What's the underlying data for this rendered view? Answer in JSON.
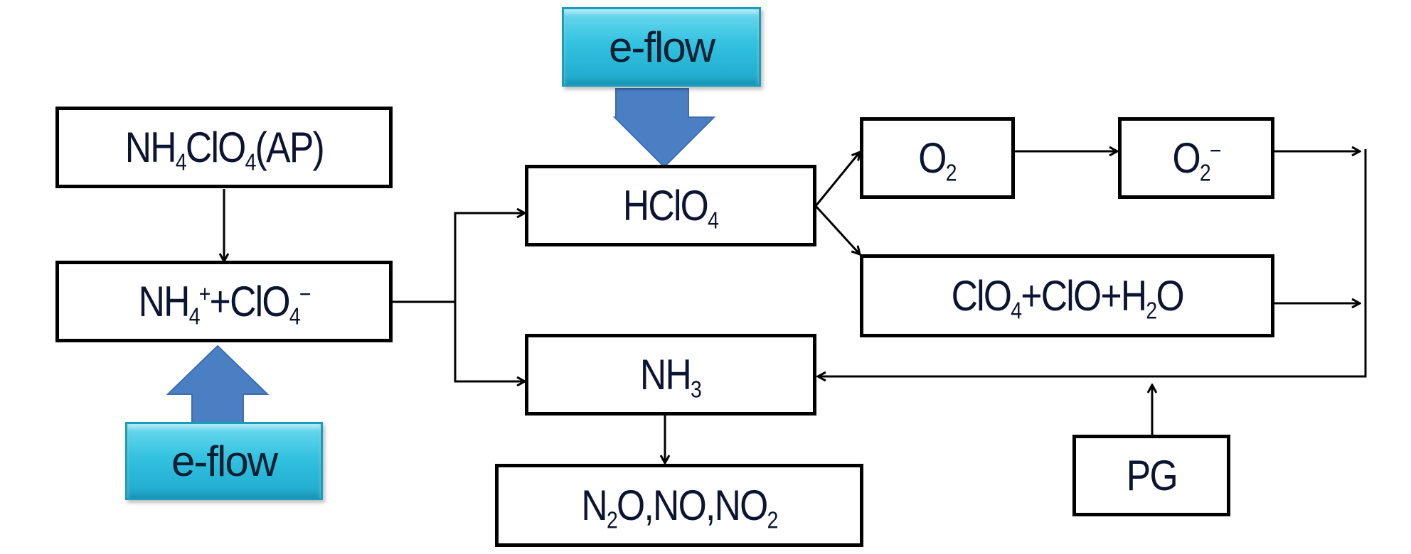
{
  "nodes": {
    "ap": {
      "base": "NH",
      "s1": "4",
      "mid": "ClO",
      "s2": "4",
      "tail": "(AP)"
    },
    "ions": {
      "a": "NH",
      "a_sub": "4",
      "a_sup": "+",
      "b": "+ClO",
      "b_sub": "4",
      "b_sup": "−"
    },
    "hclo4": {
      "a": "HClO",
      "a_sub": "4"
    },
    "nh3": {
      "a": "NH",
      "a_sub": "3"
    },
    "nox": {
      "a": "N",
      "a_sub": "2",
      "b": "O,NO,NO",
      "b_sub": "2"
    },
    "o2": {
      "a": "O",
      "a_sub": "2"
    },
    "o2minus": {
      "a": "O",
      "a_sub": "2",
      "a_sup": "−"
    },
    "products": {
      "a": "ClO",
      "a_sub": "4",
      "b": "+ClO+H",
      "b_sub": "2",
      "c": "O"
    },
    "pg": {
      "label": "PG"
    }
  },
  "eflow_top": {
    "label": "e-flow"
  },
  "eflow_bottom": {
    "label": "e-flow"
  },
  "colors": {
    "eflow_fill": "#33c2e0",
    "block_arrow": "#4a7fc4",
    "line": "#000000",
    "text": "#0b1430"
  }
}
